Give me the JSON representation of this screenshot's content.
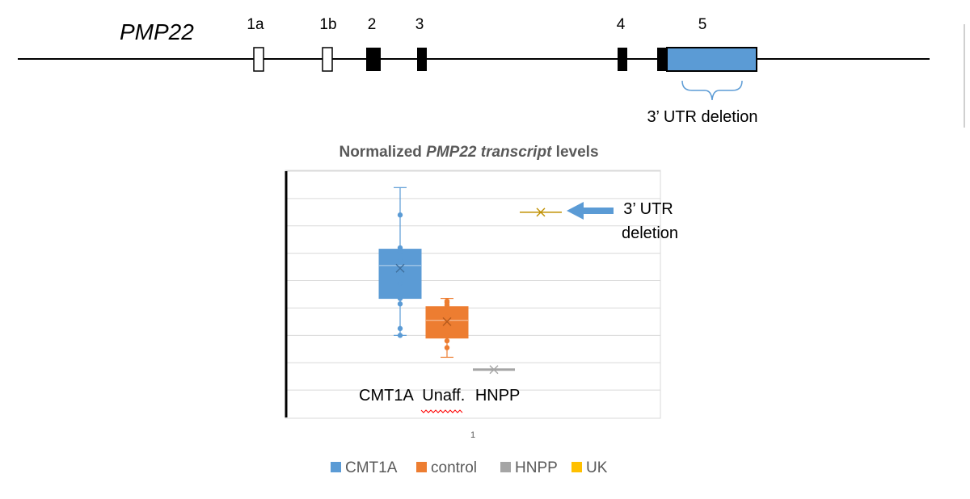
{
  "gene_diagram": {
    "gene_name": "PMP22",
    "exons": [
      {
        "label": "1a",
        "kind": "noncoding"
      },
      {
        "label": "1b",
        "kind": "noncoding"
      },
      {
        "label": "2",
        "kind": "coding"
      },
      {
        "label": "3",
        "kind": "coding"
      },
      {
        "label": "4",
        "kind": "coding"
      },
      {
        "label": "5",
        "kind": "coding_with_utr"
      }
    ],
    "utr_color": "#5b9bd5",
    "bracket_label": "3’ UTR deletion"
  },
  "chart_data": {
    "type": "box",
    "title_parts": [
      {
        "text": "Normalized ",
        "italic": false
      },
      {
        "text": "PMP22 transcript",
        "italic": true
      },
      {
        "text": " levels",
        "italic": false
      }
    ],
    "x_tick_label": "1",
    "xlabel": "",
    "ylabel": "",
    "ylim": [
      0,
      9
    ],
    "grid": true,
    "legend_position": "bottom",
    "series": [
      {
        "name": "CMT1A",
        "color": "#5b9bd5",
        "min": 3,
        "q1": 4.35,
        "median": 5.55,
        "q3": 6.15,
        "max": 8.4,
        "mean": 5.45,
        "points": [
          3,
          3.25,
          4.15,
          4.35,
          4.9,
          5.25,
          5.45,
          5.75,
          6.05,
          6.2,
          7.4
        ]
      },
      {
        "name": "control",
        "color": "#ed7d31",
        "min": 2.2,
        "q1": 2.9,
        "median": 3.55,
        "q3": 4.05,
        "max": 4.35,
        "mean": 3.5,
        "points": [
          2.55,
          2.8,
          3.0,
          3.3,
          3.5,
          3.7,
          3.9,
          4.1,
          4.2,
          4.25
        ]
      },
      {
        "name": "HNPP",
        "color": "#a5a5a5",
        "min": 1.75,
        "q1": 1.75,
        "median": 1.75,
        "q3": 1.75,
        "max": 1.75,
        "mean": 1.75,
        "points": []
      },
      {
        "name": "UK",
        "color": "#ffc000",
        "line_color": "#c09000",
        "min": 7.5,
        "q1": 7.5,
        "median": 7.5,
        "q3": 7.5,
        "max": 7.5,
        "mean": 7.5,
        "points": []
      }
    ],
    "annotations": {
      "group_labels": [
        "CMT1A",
        "Unaff.",
        "HNPP"
      ],
      "arrow_label_lines": [
        "3’ UTR",
        "deletion"
      ]
    }
  }
}
